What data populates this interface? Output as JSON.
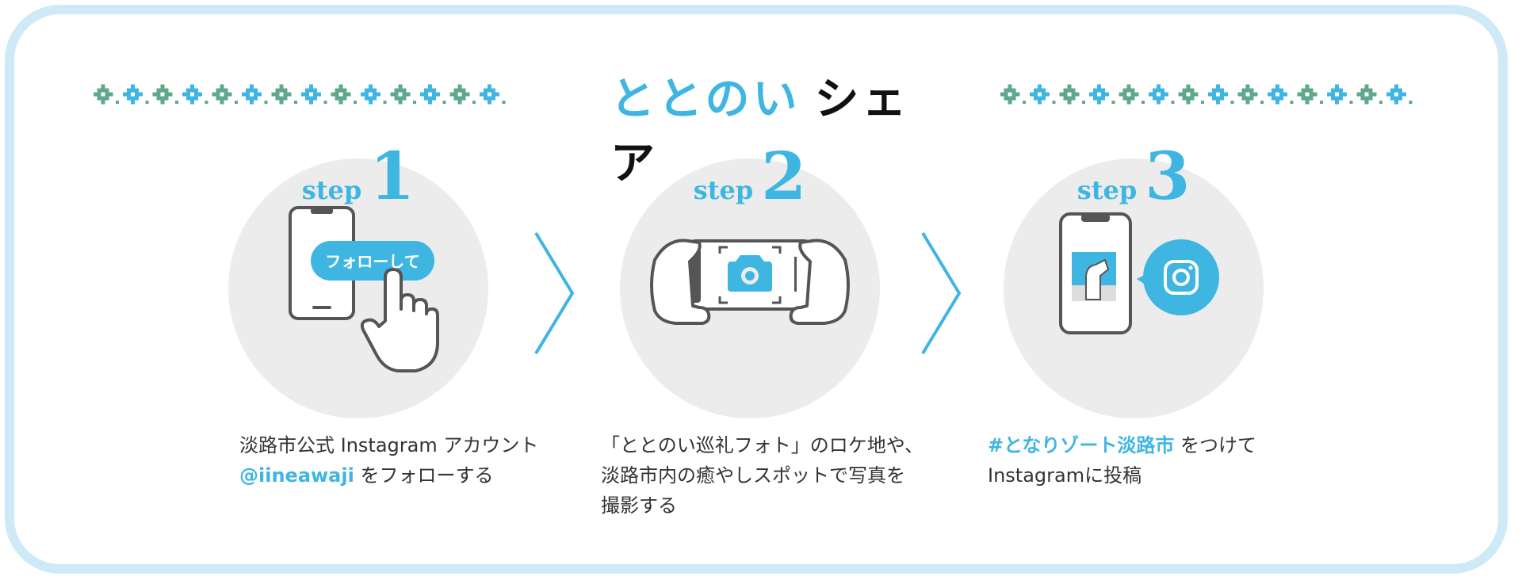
{
  "title": {
    "part1": "ととのい",
    "part2": "シェア"
  },
  "colors": {
    "accent": "#3fb6e2",
    "pattern_green": "#5fa98b",
    "frame": "#cfeaf7",
    "circle": "#ececec"
  },
  "steps": [
    {
      "word": "step",
      "num": "1",
      "button_label": "フォローして",
      "caption_line1": "淡路市公式 Instagram アカウント",
      "caption_handle": "@iineawaji",
      "caption_line2_rest": " をフォローする",
      "icon": "smartphone-follow-icon"
    },
    {
      "word": "step",
      "num": "2",
      "caption_line1": "「ととのい巡礼フォト」のロケ地や、",
      "caption_line2": "淡路市内の癒やしスポットで写真を",
      "caption_line3": "撮影する",
      "icon": "camera-phone-hands-icon"
    },
    {
      "word": "step",
      "num": "3",
      "caption_hashtag": "#となりゾート淡路市",
      "caption_line1_rest": " をつけて",
      "caption_line2": "Instagramに投稿",
      "icon": "instagram-post-icon"
    }
  ]
}
